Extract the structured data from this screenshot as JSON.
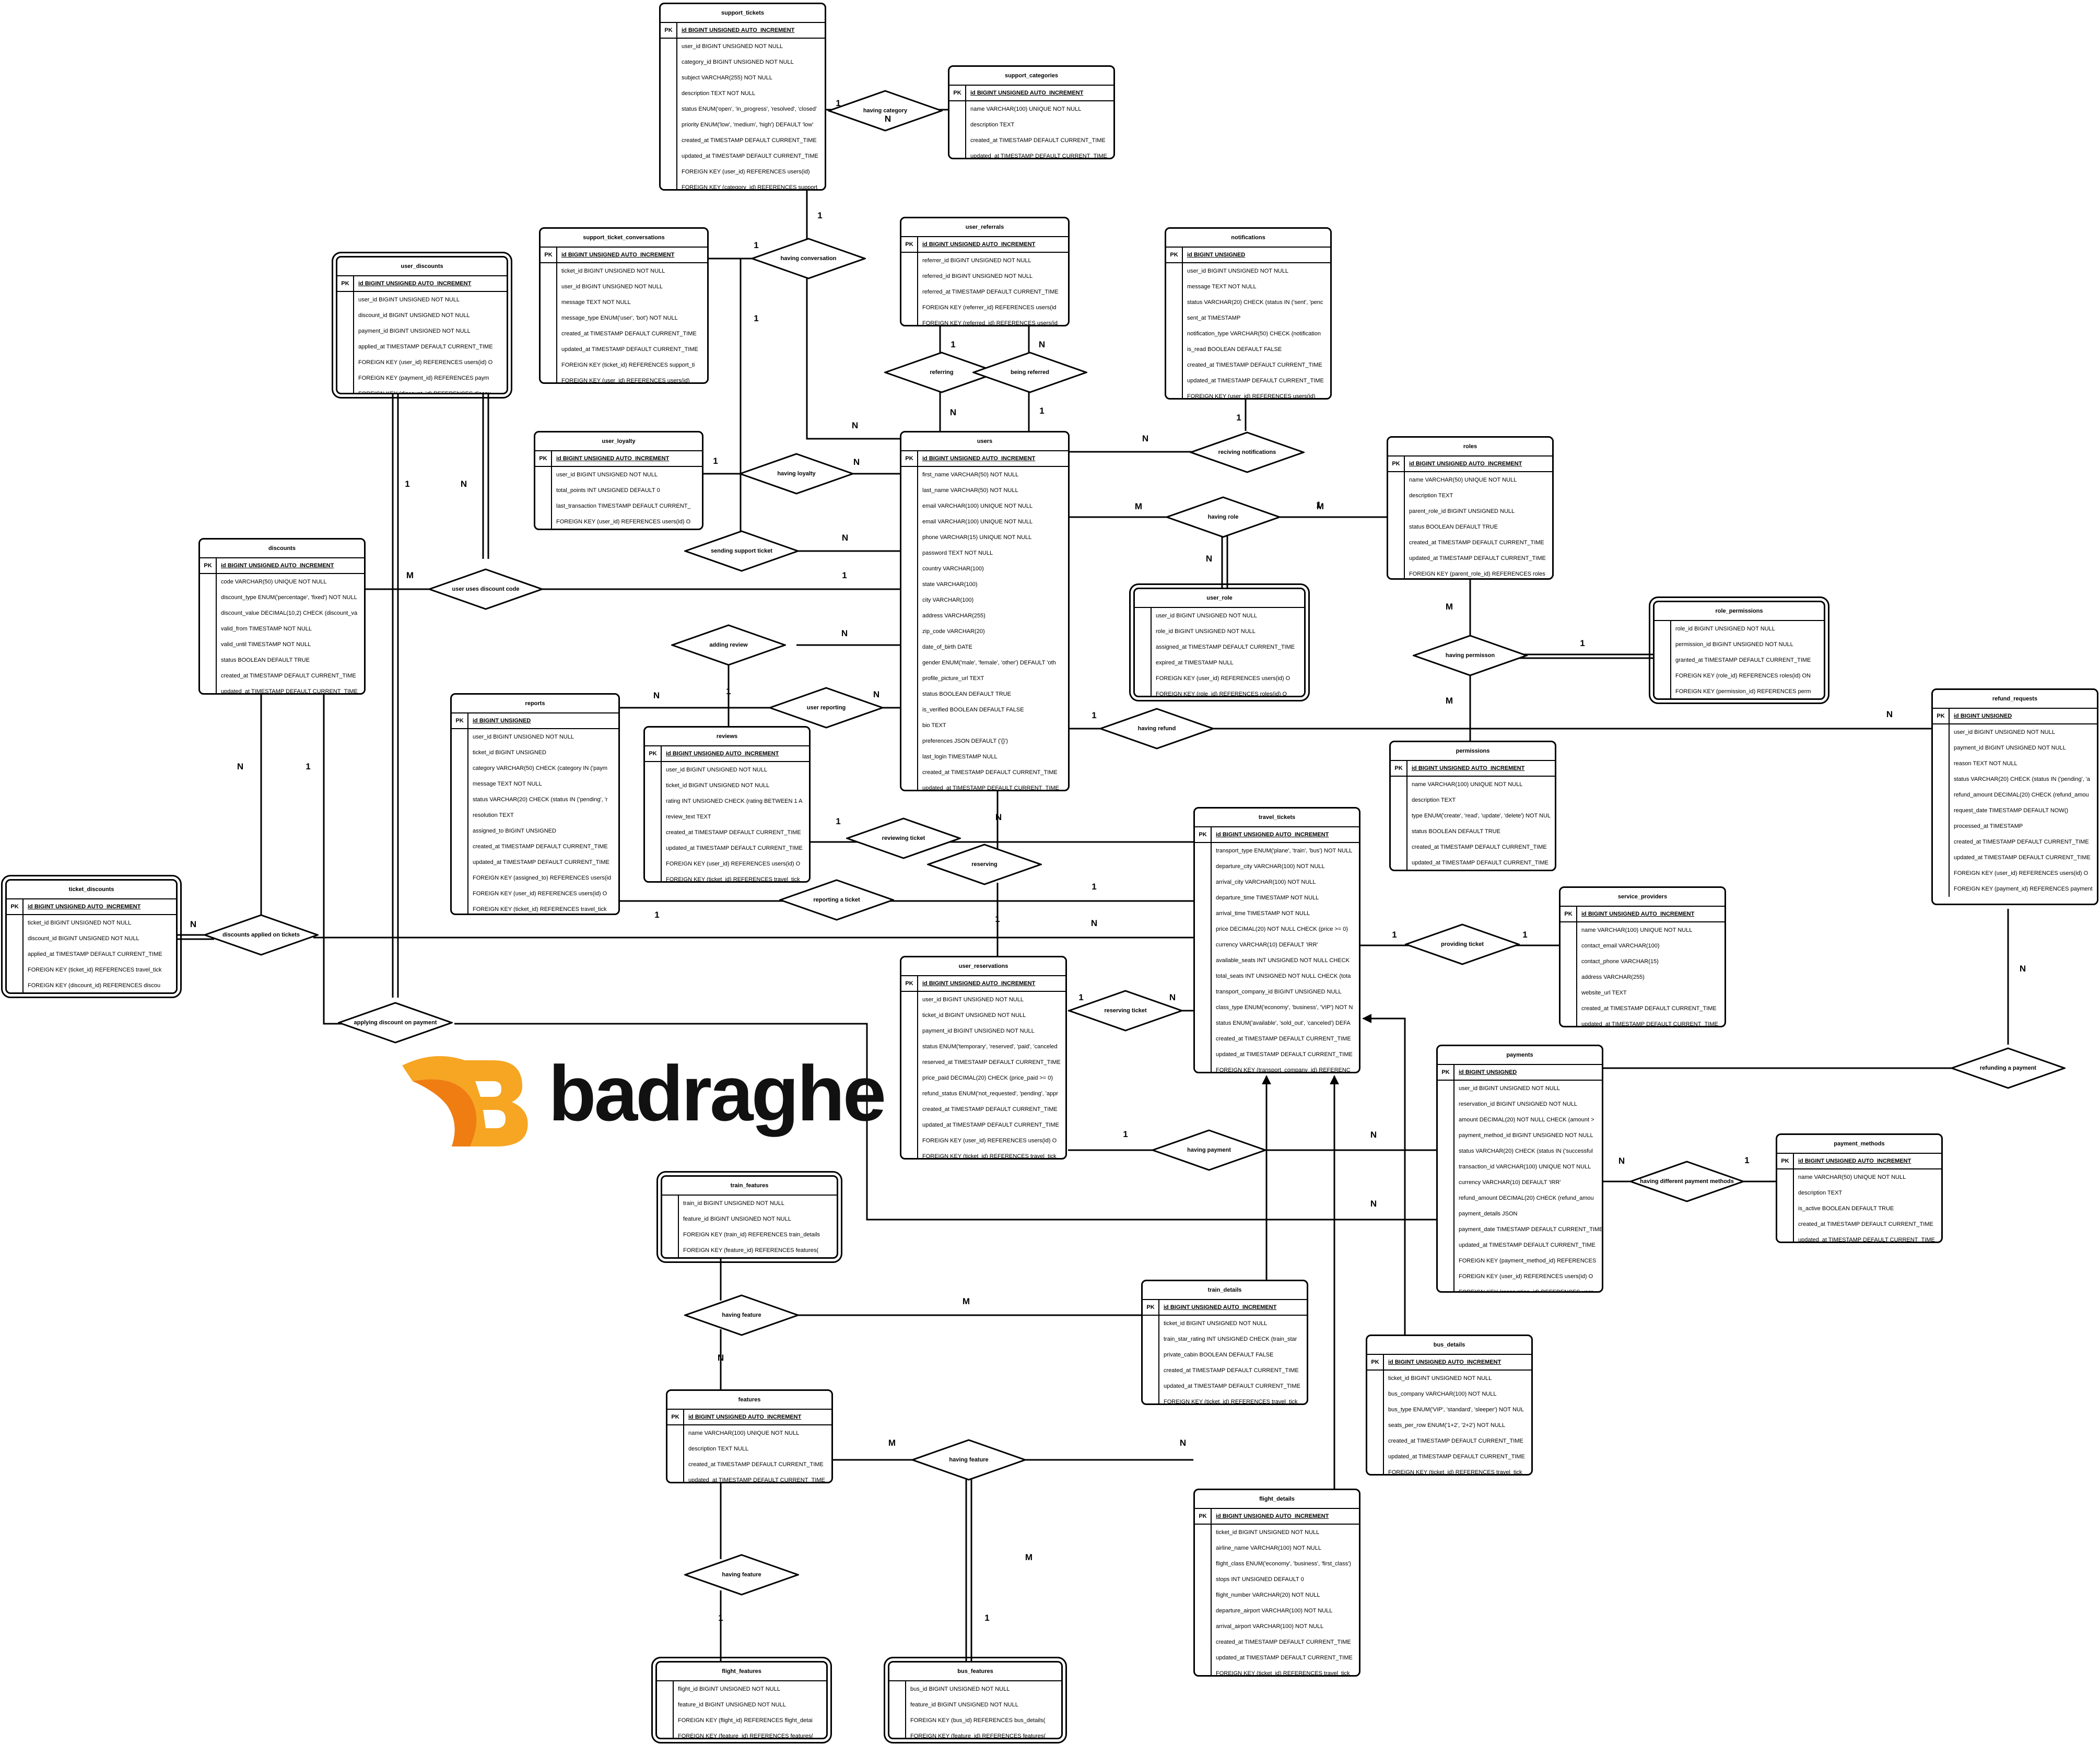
{
  "colors": {
    "line": "#000000",
    "logo_orange": "#f6a623",
    "logo_orange_dark": "#ef7d12",
    "logo_text": "#111111"
  },
  "logo": {
    "text": "badraghe",
    "icon": "b-logo-icon"
  },
  "entities": {
    "support_tickets": {
      "title": "support_tickets",
      "pk": "id BIGINT UNSIGNED AUTO_INCREMENT",
      "fields": [
        "user_id BIGINT UNSIGNED NOT NULL",
        "category_id BIGINT UNSIGNED NOT NULL",
        "subject VARCHAR(255) NOT NULL",
        "description TEXT NOT NULL",
        "status ENUM('open', 'in_progress', 'resolved', 'closed'",
        "priority ENUM('low', 'medium', 'high') DEFAULT 'low'",
        "created_at TIMESTAMP DEFAULT CURRENT_TIME",
        "updated_at TIMESTAMP DEFAULT CURRENT_TIME",
        "FOREIGN KEY (user_id) REFERENCES users(id)",
        "FOREIGN KEY (category_id) REFERENCES support"
      ]
    },
    "support_categories": {
      "title": "support_categories",
      "pk": "id BIGINT UNSIGNED AUTO_INCREMENT",
      "fields": [
        "name VARCHAR(100) UNIQUE NOT NULL",
        "description TEXT",
        "created_at TIMESTAMP DEFAULT CURRENT_TIME",
        "updated_at TIMESTAMP DEFAULT CURRENT_TIME"
      ]
    },
    "support_ticket_conversations": {
      "title": "support_ticket_conversations",
      "pk": "id BIGINT UNSIGNED AUTO_INCREMENT",
      "fields": [
        "ticket_id BIGINT UNSIGNED NOT NULL",
        "user_id BIGINT UNSIGNED NOT NULL",
        "message TEXT NOT NULL",
        "message_type ENUM('user', 'bot') NOT NULL",
        "created_at TIMESTAMP DEFAULT CURRENT_TIME",
        "updated_at TIMESTAMP DEFAULT CURRENT_TIME",
        "FOREIGN KEY (ticket_id) REFERENCES support_ti",
        "FOREIGN KEY (user_id) REFERENCES users(id)"
      ]
    },
    "user_referrals": {
      "title": "user_referrals",
      "pk": "id BIGINT UNSIGNED AUTO_INCREMENT",
      "fields": [
        "referrer_id BIGINT UNSIGNED NOT NULL",
        "referred_id BIGINT UNSIGNED NOT NULL",
        "referred_at TIMESTAMP DEFAULT CURRENT_TIME",
        "FOREIGN KEY (referrer_id) REFERENCES users(id",
        "FOREIGN KEY (referred_id) REFERENCES users(id"
      ]
    },
    "notifications": {
      "title": "notifications",
      "pk": "id BIGINT UNSIGNED",
      "fields": [
        "user_id BIGINT UNSIGNED NOT NULL",
        "message TEXT NOT NULL",
        "status VARCHAR(20) CHECK (status IN ('sent', 'penc",
        "sent_at TIMESTAMP",
        "notification_type VARCHAR(50) CHECK (notification",
        "is_read BOOLEAN DEFAULT FALSE",
        "created_at TIMESTAMP DEFAULT CURRENT_TIME",
        "updated_at TIMESTAMP DEFAULT CURRENT_TIME",
        "FOREIGN KEY (user_id) REFERENCES users(id)"
      ]
    },
    "user_discounts": {
      "title": "user_discounts",
      "pk": "id BIGINT UNSIGNED AUTO_INCREMENT",
      "fields": [
        "user_id BIGINT UNSIGNED NOT NULL",
        "discount_id BIGINT UNSIGNED NOT NULL",
        "payment_id BIGINT UNSIGNED NOT NULL",
        "applied_at TIMESTAMP DEFAULT CURRENT_TIME",
        "FOREIGN KEY (user_id) REFERENCES users(id) O",
        "FOREIGN KEY (payment_id) REFERENCES paym",
        "FOREIGN KEY (discount_id) REFERENCES discou"
      ]
    },
    "user_loyalty": {
      "title": "user_loyalty",
      "pk": "id BIGINT UNSIGNED AUTO_INCREMENT",
      "fields": [
        "user_id BIGINT UNSIGNED NOT NULL",
        "total_points INT UNSIGNED DEFAULT 0",
        "last_transaction TIMESTAMP DEFAULT CURRENT_",
        "FOREIGN KEY (user_id) REFERENCES users(id) O"
      ]
    },
    "users": {
      "title": "users",
      "pk": "id BIGINT UNSIGNED AUTO_INCREMENT",
      "fields": [
        "first_name VARCHAR(50) NOT NULL",
        "last_name VARCHAR(50) NOT NULL",
        "email VARCHAR(100) UNIQUE NOT NULL",
        "email VARCHAR(100) UNIQUE NOT NULL",
        "phone VARCHAR(15) UNIQUE NOT NULL",
        "password TEXT NOT NULL",
        "country VARCHAR(100)",
        "state VARCHAR(100)",
        "city VARCHAR(100)",
        "address VARCHAR(255)",
        "zip_code VARCHAR(20)",
        "date_of_birth DATE",
        "gender ENUM('male', 'female', 'other') DEFAULT 'oth",
        "profile_picture_url TEXT",
        "status BOOLEAN DEFAULT TRUE",
        "is_verified BOOLEAN DEFAULT FALSE",
        "bio TEXT",
        "preferences JSON DEFAULT ('{}')",
        "last_login TIMESTAMP NULL",
        "created_at TIMESTAMP DEFAULT CURRENT_TIME",
        "updated_at TIMESTAMP DEFAULT CURRENT_TIME"
      ]
    },
    "roles": {
      "title": "roles",
      "pk": "id BIGINT UNSIGNED AUTO_INCREMENT",
      "fields": [
        "name VARCHAR(50) UNIQUE NOT NULL",
        "description TEXT",
        "parent_role_id BIGINT UNSIGNED NULL",
        "status BOOLEAN DEFAULT TRUE",
        "created_at TIMESTAMP DEFAULT CURRENT_TIME",
        "updated_at TIMESTAMP DEFAULT CURRENT_TIME",
        "FOREIGN KEY (parent_role_id) REFERENCES roles"
      ]
    },
    "user_role": {
      "title": "user_role",
      "pk": "",
      "fields": [
        "user_id BIGINT UNSIGNED NOT NULL",
        "role_id BIGINT UNSIGNED NOT NULL",
        "assigned_at TIMESTAMP DEFAULT CURRENT_TIME",
        "expired_at TIMESTAMP NULL",
        "FOREIGN KEY (user_id) REFERENCES users(id) O",
        "FOREIGN KEY (role_id) REFERENCES roles(id) O"
      ]
    },
    "role_permissions": {
      "title": "role_permissions",
      "pk": "",
      "fields": [
        "role_id BIGINT UNSIGNED NOT NULL",
        "permission_id BIGINT UNSIGNED NOT NULL",
        "granted_at TIMESTAMP DEFAULT CURRENT_TIME",
        "FOREIGN KEY (role_id) REFERENCES roles(id) ON",
        "FOREIGN KEY (permission_id) REFERENCES perm"
      ]
    },
    "discounts": {
      "title": "discounts",
      "pk": "id BIGINT UNSIGNED AUTO_INCREMENT",
      "fields": [
        "code VARCHAR(50) UNIQUE NOT NULL",
        "discount_type ENUM('percentage', 'fixed') NOT NULL",
        "discount_value DECIMAL(10,2) CHECK (discount_va",
        "valid_from TIMESTAMP NOT NULL",
        "valid_until TIMESTAMP NOT NULL",
        "status BOOLEAN DEFAULT TRUE",
        "created_at TIMESTAMP DEFAULT CURRENT_TIME",
        "updated_at TIMESTAMP DEFAULT CURRENT_TIME"
      ]
    },
    "reports": {
      "title": "reports",
      "pk": "id BIGINT UNSIGNED",
      "fields": [
        "user_id BIGINT UNSIGNED NOT NULL",
        "ticket_id BIGINT UNSIGNED",
        "category VARCHAR(50) CHECK (category IN ('paym",
        "message TEXT NOT NULL",
        "status VARCHAR(20) CHECK (status IN ('pending', 'r",
        "resolution TEXT",
        "assigned_to BIGINT UNSIGNED",
        "created_at TIMESTAMP DEFAULT CURRENT_TIME",
        "updated_at TIMESTAMP DEFAULT CURRENT_TIME",
        "FOREIGN KEY (assigned_to) REFERENCES users(id",
        "FOREIGN KEY (user_id) REFERENCES users(id) O",
        "FOREIGN KEY (ticket_id) REFERENCES travel_tick"
      ]
    },
    "reviews": {
      "title": "reviews",
      "pk": "id BIGINT UNSIGNED AUTO_INCREMENT",
      "fields": [
        "user_id BIGINT UNSIGNED NOT NULL",
        "ticket_id BIGINT UNSIGNED NOT NULL",
        "rating INT UNSIGNED CHECK (rating BETWEEN 1 A",
        "review_text TEXT",
        "created_at TIMESTAMP DEFAULT CURRENT_TIME",
        "updated_at TIMESTAMP DEFAULT CURRENT_TIME",
        "FOREIGN KEY (user_id) REFERENCES users(id) O",
        "FOREIGN KEY (ticket_id) REFERENCES travel_tick"
      ]
    },
    "permissions": {
      "title": "permissions",
      "pk": "id BIGINT UNSIGNED AUTO_INCREMENT",
      "fields": [
        "name VARCHAR(100) UNIQUE NOT NULL",
        "description TEXT",
        "type ENUM('create', 'read', 'update', 'delete') NOT NUL",
        "status BOOLEAN DEFAULT TRUE",
        "created_at TIMESTAMP DEFAULT CURRENT_TIME",
        "updated_at TIMESTAMP DEFAULT CURRENT_TIME"
      ]
    },
    "refund_requests": {
      "title": "refund_requests",
      "pk": "id BIGINT UNSIGNED",
      "fields": [
        "user_id BIGINT UNSIGNED NOT NULL",
        "payment_id BIGINT UNSIGNED NOT NULL",
        "reason TEXT NOT NULL",
        "status VARCHAR(20) CHECK (status IN ('pending', 'a",
        "refund_amount DECIMAL(20) CHECK (refund_amou",
        "request_date TIMESTAMP DEFAULT NOW()",
        "processed_at TIMESTAMP",
        "created_at TIMESTAMP DEFAULT CURRENT_TIME",
        "updated_at TIMESTAMP DEFAULT CURRENT_TIME",
        "FOREIGN KEY (user_id) REFERENCES users(id) O",
        "FOREIGN KEY (payment_id) REFERENCES payment"
      ]
    },
    "travel_tickets": {
      "title": "travel_tickets",
      "pk": "id BIGINT UNSIGNED AUTO_INCREMENT",
      "fields": [
        "transport_type ENUM('plane', 'train', 'bus') NOT NULL",
        "departure_city VARCHAR(100) NOT NULL",
        "arrival_city VARCHAR(100) NOT NULL",
        "departure_time TIMESTAMP NOT NULL",
        "arrival_time TIMESTAMP NOT NULL",
        "price DECIMAL(20) NOT NULL CHECK (price >= 0)",
        "currency VARCHAR(10) DEFAULT 'IRR'",
        "available_seats INT UNSIGNED NOT NULL CHECK",
        "total_seats INT UNSIGNED NOT NULL CHECK (tota",
        "transport_company_id BIGINT UNSIGNED NULL",
        "class_type ENUM('economy', 'business', 'VIP') NOT N",
        "status ENUM('available', 'sold_out', 'canceled') DEFA",
        "created_at TIMESTAMP DEFAULT CURRENT_TIME",
        "updated_at TIMESTAMP DEFAULT CURRENT_TIME",
        "FOREIGN KEY (transport_company_id) REFERENC"
      ]
    },
    "ticket_discounts": {
      "title": "ticket_discounts",
      "pk": "id BIGINT UNSIGNED AUTO_INCREMENT",
      "fields": [
        "ticket_id BIGINT UNSIGNED NOT NULL",
        "discount_id BIGINT UNSIGNED NOT NULL",
        "applied_at TIMESTAMP DEFAULT CURRENT_TIME",
        "FOREIGN KEY (ticket_id) REFERENCES travel_tick",
        "FOREIGN KEY (discount_id) REFERENCES discou"
      ]
    },
    "service_providers": {
      "title": "service_providers",
      "pk": "id BIGINT UNSIGNED AUTO_INCREMENT",
      "fields": [
        "name VARCHAR(100) UNIQUE NOT NULL",
        "contact_email VARCHAR(100)",
        "contact_phone VARCHAR(15)",
        "address VARCHAR(255)",
        "website_url TEXT",
        "created_at TIMESTAMP DEFAULT CURRENT_TIME",
        "updated_at TIMESTAMP DEFAULT CURRENT_TIME"
      ]
    },
    "user_reservations": {
      "title": "user_reservations",
      "pk": "id BIGINT UNSIGNED AUTO_INCREMENT",
      "fields": [
        "user_id BIGINT UNSIGNED NOT NULL",
        "ticket_id BIGINT UNSIGNED NOT NULL",
        "payment_id BIGINT UNSIGNED NOT NULL",
        "status ENUM('temporary', 'reserved', 'paid', 'canceled",
        "reserved_at TIMESTAMP DEFAULT CURRENT_TIME",
        "price_paid DECIMAL(20) CHECK (price_paid >= 0)",
        "refund_status ENUM('not_requested', 'pending', 'appr",
        "created_at TIMESTAMP DEFAULT CURRENT_TIME",
        "updated_at TIMESTAMP DEFAULT CURRENT_TIME",
        "FOREIGN KEY (user_id) REFERENCES users(id) O",
        "FOREIGN KEY (ticket_id) REFERENCES travel_tick"
      ]
    },
    "payments": {
      "title": "payments",
      "pk": "id BIGINT UNSIGNED",
      "fields": [
        "user_id BIGINT UNSIGNED NOT NULL",
        "reservation_id BIGINT UNSIGNED NOT NULL",
        "amount DECIMAL(20) NOT NULL CHECK (amount >",
        "payment_method_id BIGINT UNSIGNED NOT NULL",
        "status VARCHAR(20) CHECK (status IN ('successful",
        "transaction_id VARCHAR(100) UNIQUE NOT NULL",
        "currency VARCHAR(10) DEFAULT 'IRR'",
        "refund_amount DECIMAL(20) CHECK (refund_amou",
        "payment_details JSON",
        "payment_date TIMESTAMP DEFAULT CURRENT_TIME",
        "updated_at TIMESTAMP DEFAULT CURRENT_TIME",
        "FOREIGN KEY (payment_method_id) REFERENCES",
        "FOREIGN KEY (user_id) REFERENCES users(id) O",
        "FOREIGN KEY (reservation_id) REFERENCES user"
      ]
    },
    "payment_methods": {
      "title": "payment_methods",
      "pk": "id BIGINT UNSIGNED AUTO_INCREMENT",
      "fields": [
        "name VARCHAR(50) UNIQUE NOT NULL",
        "description TEXT",
        "is_active BOOLEAN DEFAULT TRUE",
        "created_at TIMESTAMP DEFAULT CURRENT_TIME",
        "updated_at TIMESTAMP DEFAULT CURRENT_TIME"
      ]
    },
    "train_features": {
      "title": "train_features",
      "pk": "",
      "fields": [
        "train_id BIGINT UNSIGNED NOT NULL",
        "feature_id BIGINT UNSIGNED NOT NULL",
        "FOREIGN KEY (train_id) REFERENCES train_details",
        "FOREIGN KEY (feature_id) REFERENCES features("
      ]
    },
    "train_details": {
      "title": "train_details",
      "pk": "id BIGINT UNSIGNED AUTO_INCREMENT",
      "fields": [
        "ticket_id BIGINT UNSIGNED NOT NULL",
        "train_star_rating INT UNSIGNED CHECK (train_star",
        "private_cabin BOOLEAN DEFAULT FALSE",
        "created_at TIMESTAMP DEFAULT CURRENT_TIME",
        "updated_at TIMESTAMP DEFAULT CURRENT_TIME",
        "FOREIGN KEY (ticket_id) REFERENCES travel_tick"
      ]
    },
    "bus_details": {
      "title": "bus_details",
      "pk": "id BIGINT UNSIGNED AUTO_INCREMENT",
      "fields": [
        "ticket_id BIGINT UNSIGNED NOT NULL",
        "bus_company VARCHAR(100) NOT NULL",
        "bus_type ENUM('VIP', 'standard', 'sleeper') NOT NUL",
        "seats_per_row ENUM('1+2', '2+2') NOT NULL",
        "created_at TIMESTAMP DEFAULT CURRENT_TIME",
        "updated_at TIMESTAMP DEFAULT CURRENT_TIME",
        "FOREIGN KEY (ticket_id) REFERENCES travel_tick"
      ]
    },
    "features": {
      "title": "features",
      "pk": "id BIGINT UNSIGNED AUTO_INCREMENT",
      "fields": [
        "name VARCHAR(100) UNIQUE NOT NULL",
        "description TEXT NULL",
        "created_at TIMESTAMP DEFAULT CURRENT_TIME",
        "updated_at TIMESTAMP DEFAULT CURRENT_TIME"
      ]
    },
    "flight_details": {
      "title": "flight_details",
      "pk": "id BIGINT UNSIGNED AUTO_INCREMENT",
      "fields": [
        "ticket_id BIGINT UNSIGNED NOT NULL",
        "airline_name VARCHAR(100) NOT NULL",
        "flight_class ENUM('economy', 'business', 'first_class')",
        "stops INT UNSIGNED DEFAULT 0",
        "flight_number VARCHAR(20) NOT NULL",
        "departure_airport VARCHAR(100) NOT NULL",
        "arrival_airport VARCHAR(100) NOT NULL",
        "created_at TIMESTAMP DEFAULT CURRENT_TIME",
        "updated_at TIMESTAMP DEFAULT CURRENT_TIME",
        "FOREIGN KEY (ticket_id) REFERENCES travel_tick"
      ]
    },
    "flight_features": {
      "title": "flight_features",
      "pk": "",
      "fields": [
        "flight_id BIGINT UNSIGNED NOT NULL",
        "feature_id BIGINT UNSIGNED NOT NULL",
        "FOREIGN KEY (flight_id) REFERENCES flight_detai",
        "FOREIGN KEY (feature_id) REFERENCES features("
      ]
    },
    "bus_features": {
      "title": "bus_features",
      "pk": "",
      "fields": [
        "bus_id BIGINT UNSIGNED NOT NULL",
        "feature_id BIGINT UNSIGNED NOT NULL",
        "FOREIGN KEY (bus_id) REFERENCES bus_details(",
        "FOREIGN KEY (feature_id) REFERENCES features("
      ]
    }
  },
  "relationships": {
    "having_category": "having category",
    "having_conversation": "having conversation",
    "referring": "referring",
    "being_referred": "being referred",
    "reciving_notifications": "reciving notifications",
    "having_loyalty": "having loyalty",
    "sending_support_ticket": "sending support ticket",
    "user_uses_discount_code": "user uses discount code",
    "having_role": "having role",
    "adding_review": "adding review",
    "having_permisson": "having permisson",
    "user_reporting": "user reporting",
    "having_refund": "having refund",
    "reviewing_ticket": "reviewing ticket",
    "reserving": "reserving",
    "reporting_a_ticket": "reporting a ticket",
    "discounts_applied_on_tickets": "discounts applied on tickets",
    "providing_ticket": "providing ticket",
    "reserving_ticket": "reserving ticket",
    "applying_discount_on_payment": "applying discount on payment",
    "refunding_a_payment": "refunding a payment",
    "having_payment": "having payment",
    "having_different_payment_methods": "having different payment methods",
    "having_feature_train": "having feature",
    "having_feature_middle": "having feature",
    "having_feature_bottom": "having feature"
  },
  "cardinalities": {
    "c1": "1",
    "c2": "1",
    "c3": "1",
    "c4": "N",
    "c5": "1",
    "c6": "1",
    "c7": "N",
    "c8": "N",
    "c9": "1",
    "c10": "N",
    "c11": "1",
    "c12": "1",
    "c13": "N",
    "c14": "N",
    "c15": "N",
    "c16": "M",
    "c17": "1",
    "c18": "1",
    "c19": "N",
    "c20": "M",
    "c21": "1",
    "c22": "N",
    "c23": "M",
    "c24": "N",
    "c25": "1",
    "c26": "N",
    "c27": "M",
    "c28": "M",
    "c29": "1",
    "c30": "N",
    "c31": "1",
    "c32": "N",
    "c33": "1",
    "c34": "N",
    "c35": "1",
    "c36": "N",
    "c37": "N",
    "c38": "1",
    "c39": "N",
    "c40": "1",
    "c41": "1",
    "c42": "1",
    "c43": "1",
    "c44": "1",
    "c45": "N",
    "c46": "N",
    "c47": "1",
    "c48": "N",
    "c49": "1",
    "c50": "M",
    "c51": "N",
    "c52": "N",
    "c53": "M",
    "c54": "N",
    "c55": "M",
    "c56": "1",
    "c57": "1",
    "c58": "N"
  }
}
